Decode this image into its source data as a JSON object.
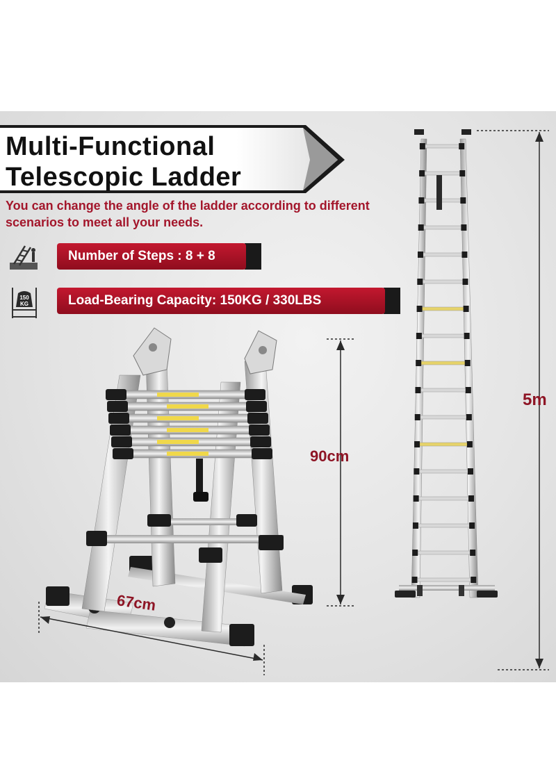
{
  "title": {
    "line1": "Multi-Functional",
    "line2": "Telescopic Ladder"
  },
  "subtitle": "You can change the angle of the ladder according to different scenarios to meet all your needs.",
  "features": [
    {
      "icon": "ladder-step-icon",
      "text": "Number of Steps : 8 + 8"
    },
    {
      "icon": "weight-150kg-icon",
      "icon_text": "150\nKG",
      "text": "Load-Bearing Capacity: 150KG / 330LBS"
    }
  ],
  "weight_icon": {
    "top": "150",
    "bottom": "KG"
  },
  "dimensions": {
    "height_folded": "90cm",
    "width": "67cm",
    "height_extended": "5m"
  },
  "colors": {
    "accent_red": "#a3162b",
    "pill_red": "#b3142a",
    "banner_dark": "#1a1a1a",
    "dimension_text": "#8e1525"
  }
}
